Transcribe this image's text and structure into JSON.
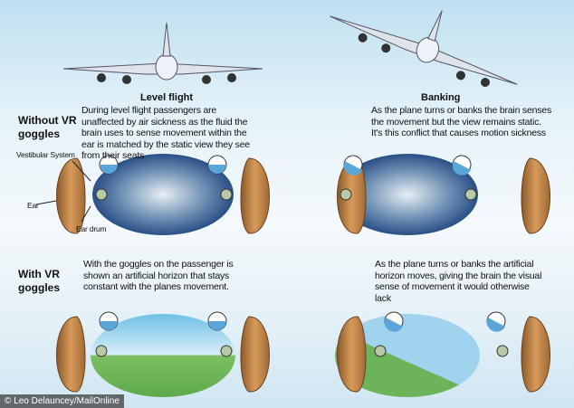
{
  "level": {
    "title": "Level flight",
    "text": "During level flight passengers are unaffected by air sickness as the fluid the brain uses to sense movement within the ear is matched by the static view they see from their seats"
  },
  "banking": {
    "title": "Banking",
    "text": "As the plane turns or banks the brain senses the movement but the view remains static. It's this conflict that causes motion sickness"
  },
  "rows": {
    "without": "Without VR goggles",
    "with": "With VR goggles"
  },
  "vr_level_text": "With the goggles on the passenger is shown an artificial horizon that stays constant with the planes movement.",
  "vr_banking_text": "As the plane turns or banks the artificial horizon moves, giving the brain the visual sense of movement it would otherwise lack",
  "labels": {
    "vestibular": "Vestibular System",
    "ear": "Ear",
    "eardrum": "Ear drum"
  },
  "credit": "© Leo Delauncey/MailOnline",
  "colors": {
    "sky": "#bfe0f0",
    "horizon_sky": "#8ccbe8",
    "horizon_ground": "#6db35a",
    "ear": "#c98a4b",
    "fluid": "#5aa6d8"
  }
}
